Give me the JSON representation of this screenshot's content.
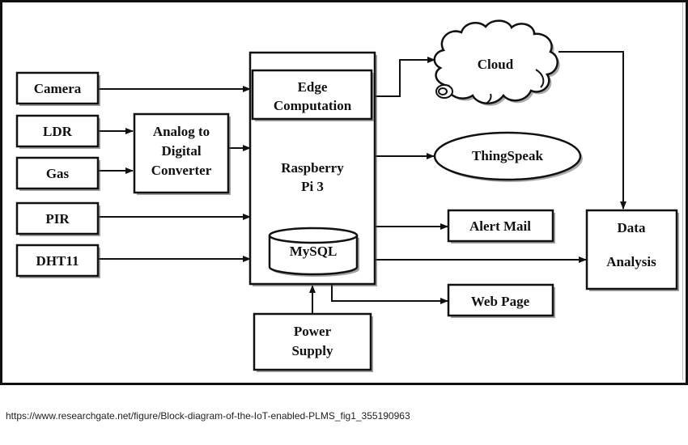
{
  "diagram": {
    "nodes": {
      "camera": "Camera",
      "ldr": "LDR",
      "gas": "Gas",
      "pir": "PIR",
      "dht11": "DHT11",
      "adc_line1": "Analog to",
      "adc_line2": "Digital",
      "adc_line3": "Converter",
      "edge_line1": "Edge",
      "edge_line2": "Computation",
      "rpi_line1": "Raspberry",
      "rpi_line2": "Pi 3",
      "mysql": "MySQL",
      "power_line1": "Power",
      "power_line2": "Supply",
      "cloud": "Cloud",
      "thingspeak": "ThingSpeak",
      "alert_mail": "Alert Mail",
      "web_page": "Web Page",
      "data_analysis_line1": "Data",
      "data_analysis_line2": "Analysis"
    },
    "edges": [
      {
        "from": "Camera",
        "to": "Edge Computation"
      },
      {
        "from": "LDR",
        "to": "Analog to Digital Converter"
      },
      {
        "from": "Gas",
        "to": "Analog to Digital Converter"
      },
      {
        "from": "Analog to Digital Converter",
        "to": "Raspberry Pi 3"
      },
      {
        "from": "PIR",
        "to": "Raspberry Pi 3"
      },
      {
        "from": "DHT11",
        "to": "Raspberry Pi 3"
      },
      {
        "from": "Edge Computation",
        "to": "Cloud"
      },
      {
        "from": "Raspberry Pi 3",
        "to": "ThingSpeak"
      },
      {
        "from": "Raspberry Pi 3",
        "to": "Alert Mail"
      },
      {
        "from": "MySQL",
        "to": "Data Analysis"
      },
      {
        "from": "MySQL",
        "to": "Web Page"
      },
      {
        "from": "Cloud",
        "to": "Data Analysis"
      },
      {
        "from": "Power Supply",
        "to": "Raspberry Pi 3"
      }
    ]
  },
  "caption": "https://www.researchgate.net/figure/Block-diagram-of-the-IoT-enabled-PLMS_fig1_355190963"
}
